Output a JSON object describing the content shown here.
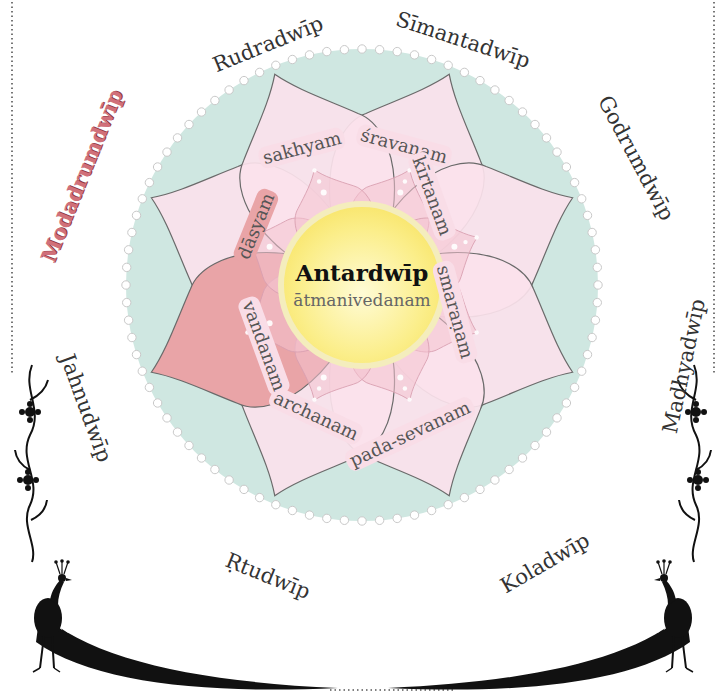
{
  "diagram": {
    "nodes": [
      {
        "text": [
          "Antardwīp",
          "ātmanivedanam"
        ]
      },
      {
        "text": [
          "śravaṇam"
        ]
      },
      {
        "text": [
          "kīrtanam"
        ]
      },
      {
        "text": [
          "smaraṇam"
        ]
      },
      {
        "text": [
          "pada-sevanam"
        ]
      },
      {
        "text": [
          "archanam"
        ]
      },
      {
        "text": [
          "vandanam"
        ]
      },
      {
        "text": [
          "dāsyam"
        ]
      },
      {
        "text": [
          "sakhyam"
        ]
      }
    ],
    "labels": [
      "Sīmantadwīp",
      "Godrumdwīp",
      "Madhyadwīp",
      "Koladwīp",
      "Ṛtudwīp",
      "Jahnudwīp",
      "Modadrumdwīp",
      "Rudradwīp"
    ]
  }
}
